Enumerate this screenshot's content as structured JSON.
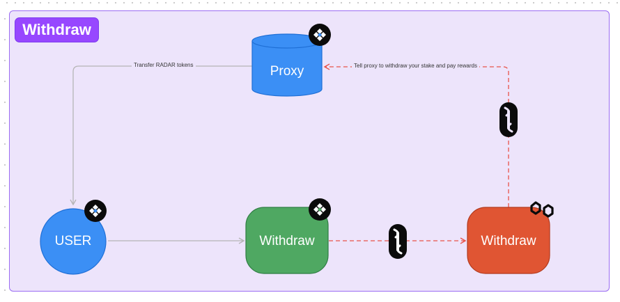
{
  "frame": {
    "title": "Withdraw"
  },
  "nodes": {
    "proxy": {
      "label": "Proxy",
      "shape": "cylinder",
      "color": "#3b8ff5",
      "chain_icon": "binance-logo-icon"
    },
    "user": {
      "label": "USER",
      "shape": "circle",
      "color": "#3b8ff5",
      "chain_icon": "binance-logo-icon"
    },
    "withdraw_bsc": {
      "label": "Withdraw",
      "shape": "rounded-rect",
      "color": "#4fa862",
      "chain_icon": "binance-logo-icon"
    },
    "withdraw_polygon": {
      "label": "Withdraw",
      "shape": "rounded-rect",
      "color": "#e05533",
      "chain_icon": "polygon-logo-icon"
    }
  },
  "edges": {
    "proxy_to_user": {
      "label": "Transfer RADAR tokens",
      "style": "solid",
      "color": "#b5b5b5"
    },
    "user_to_withdraw": {
      "label": "",
      "style": "solid",
      "color": "#b5b5b5"
    },
    "withdraw_to_withdraw": {
      "label": "",
      "style": "dashed",
      "color": "#e8534a",
      "bridge_icon": "chainlink-bridge-icon"
    },
    "withdraw_to_proxy": {
      "label": "Tell proxy to withdraw your stake and pay rewards",
      "style": "dashed",
      "color": "#e8534a",
      "bridge_icon": "chainlink-bridge-icon"
    }
  }
}
